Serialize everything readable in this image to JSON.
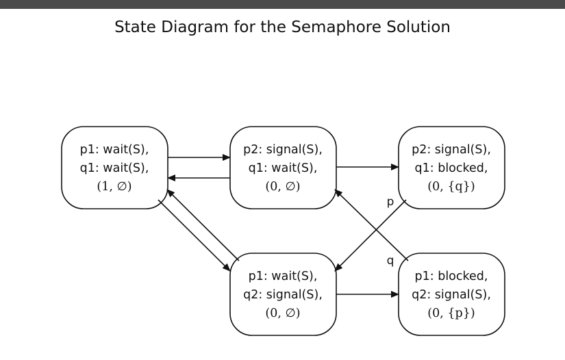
{
  "title": "State Diagram for the Semaphore Solution",
  "states": [
    {
      "id": "s1",
      "line1": "p1: wait(S),",
      "line2": "q1: wait(S),",
      "line3": "(1, ∅)"
    },
    {
      "id": "s2",
      "line1": "p2: signal(S),",
      "line2": "q1: wait(S),",
      "line3": "(0, ∅)"
    },
    {
      "id": "s3",
      "line1": "p2: signal(S),",
      "line2": "q1: blocked,",
      "line3": "(0, {q})"
    },
    {
      "id": "s4",
      "line1": "p1: wait(S),",
      "line2": "q2: signal(S),",
      "line3": "(0, ∅)"
    },
    {
      "id": "s5",
      "line1": "p1: blocked,",
      "line2": "q2: signal(S),",
      "line3": "(0, {p})"
    }
  ],
  "edge_labels": {
    "p": "p",
    "q": "q"
  }
}
